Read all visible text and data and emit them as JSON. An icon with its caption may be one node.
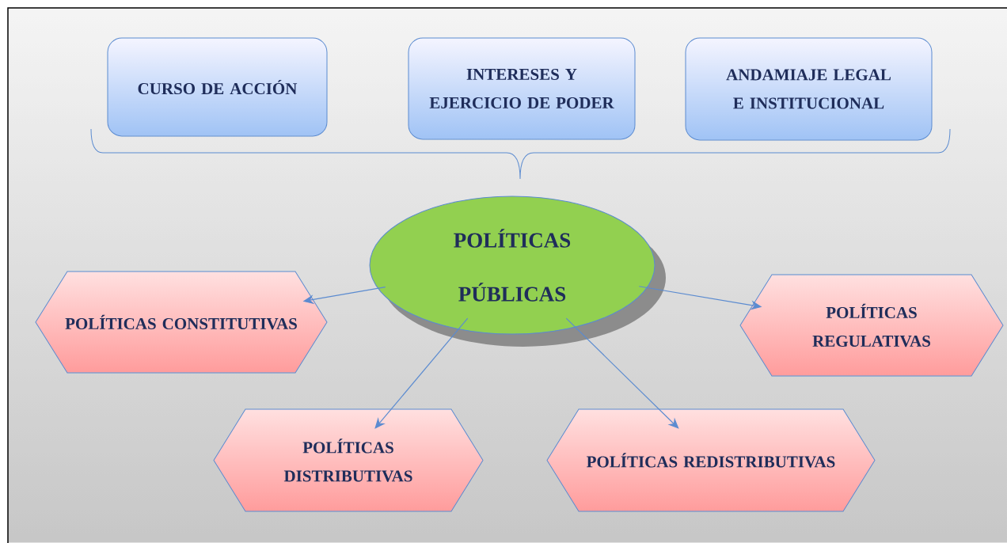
{
  "diagram": {
    "nodes": [
      {
        "text": [
          "CURSO DE ACCIÓN"
        ]
      },
      {
        "text": [
          "INTERESES Y EJERCICIO DE PODER"
        ]
      },
      {
        "text": [
          "ANDAMIAJE LEGAL E INSTITUCIONAL"
        ]
      },
      {
        "text": [
          "POLÍTICAS PÚBLICAS"
        ]
      },
      {
        "text": [
          "POLÍTICAS CONSTITUTIVAS"
        ]
      },
      {
        "text": [
          "POLÍTICAS REGULATIVAS"
        ]
      },
      {
        "text": [
          "POLÍTICAS DISTRIBUTIVAS"
        ]
      },
      {
        "text": [
          "POLÍTICAS REDISTRIBUTIVAS"
        ]
      }
    ],
    "edges": [
      {
        "from": 3,
        "to": 4,
        "arrow": "to"
      },
      {
        "from": 3,
        "to": 5,
        "arrow": "to"
      },
      {
        "from": 3,
        "to": 6,
        "arrow": "to"
      },
      {
        "from": 3,
        "to": 7,
        "arrow": "to"
      }
    ]
  }
}
